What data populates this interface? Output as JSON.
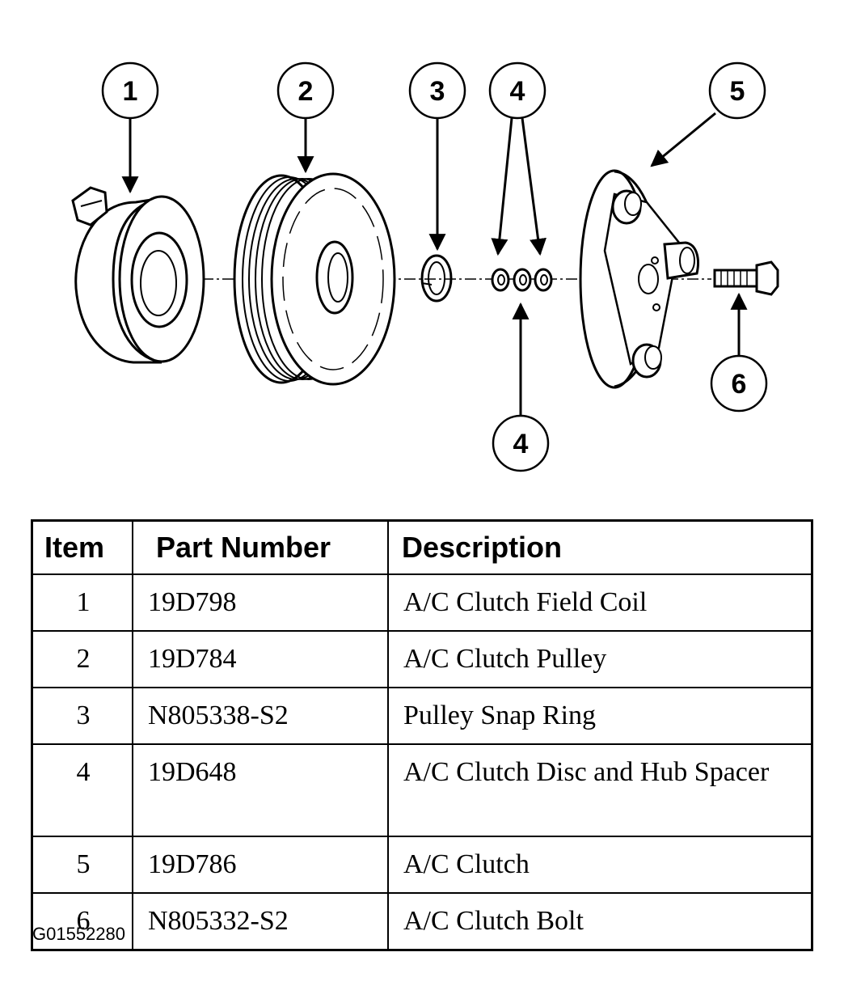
{
  "callouts": [
    "1",
    "2",
    "3",
    "4",
    "4",
    "5",
    "6"
  ],
  "table": {
    "headers": [
      "Item",
      "Part Number",
      "Description"
    ],
    "rows": [
      {
        "item": "1",
        "part_number": "19D798",
        "description": "A/C Clutch Field Coil"
      },
      {
        "item": "2",
        "part_number": "19D784",
        "description": "A/C Clutch Pulley"
      },
      {
        "item": "3",
        "part_number": "N805338-S2",
        "description": "Pulley Snap Ring"
      },
      {
        "item": "4",
        "part_number": "19D648",
        "description": "A/C Clutch Disc and Hub Spacer"
      },
      {
        "item": "5",
        "part_number": "19D786",
        "description": "A/C Clutch"
      },
      {
        "item": "6",
        "part_number": "N805332-S2",
        "description": "A/C Clutch Bolt"
      }
    ]
  },
  "figure_id": "G01552280",
  "colors": {
    "ink": "#000000",
    "paper": "#ffffff"
  }
}
